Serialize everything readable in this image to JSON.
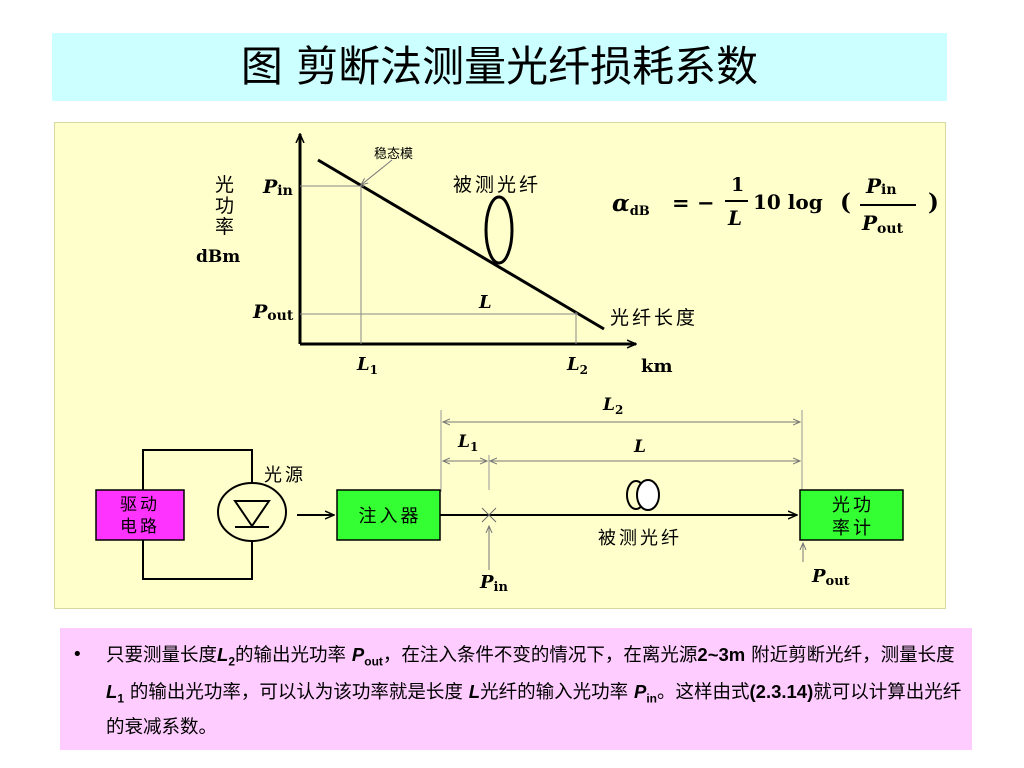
{
  "title": "图 剪断法测量光纤损耗系数",
  "graph": {
    "y_axis_label_chars": [
      "光",
      "功",
      "率"
    ],
    "y_unit": "dBm",
    "x_axis_label": "光纤长度",
    "x_unit": "km",
    "steady_mode_label": "稳态模",
    "fiber_label": "被测光纤",
    "p_symbol": "P",
    "sub_in": "in",
    "sub_out": "out",
    "l_symbol": "L",
    "l1_sub": "1",
    "l2_sub": "2"
  },
  "formula": {
    "alpha": "α",
    "alpha_sub": "dB",
    "equals_minus": "= −",
    "numerator": "1",
    "denominator": "L",
    "log_text": "10 log",
    "open_paren": "(",
    "close_paren": ")",
    "p_symbol": "P",
    "sub_in": "in",
    "sub_out": "out"
  },
  "setup": {
    "driver_line1": "驱动",
    "driver_line2": "电路",
    "source_label": "光源",
    "injector_label": "注入器",
    "fiber_label": "被测光纤",
    "meter_line1": "光功",
    "meter_line2": "率计",
    "l1": "L",
    "l1_sub": "1",
    "l2": "L",
    "l2_sub": "2",
    "l": "L",
    "p_symbol": "P",
    "sub_in": "in",
    "sub_out": "out"
  },
  "note": {
    "bullet": "•",
    "t1": "只要测量长度",
    "v1": "L",
    "v1_sub": "2",
    "t2": "的输出光功率  ",
    "v2": "P",
    "v2_sub": "out",
    "t3": "，在注入条件不变的情况下，在离光源",
    "t4": "2~3m",
    "t5": "  附近剪断光纤，测量长度  ",
    "v3": "L",
    "v3_sub": "1",
    "t6": " 的输出光功率，可以认为该功率就是长度  ",
    "v4": "L",
    "t7": "光纤的输入光功率  ",
    "v5": "P",
    "v5_sub": "in",
    "t8": "。这样由式",
    "t9": "(2.3.14)",
    "t10": "就可以计算出光纤的衰减系数。"
  },
  "colors": {
    "title_bg": "#ccffff",
    "panel_bg": "#ffffcc",
    "driver_fill": "#ff33ff",
    "injector_fill": "#33ff33",
    "meter_fill": "#33ff33",
    "note_bg": "#ffccff"
  }
}
